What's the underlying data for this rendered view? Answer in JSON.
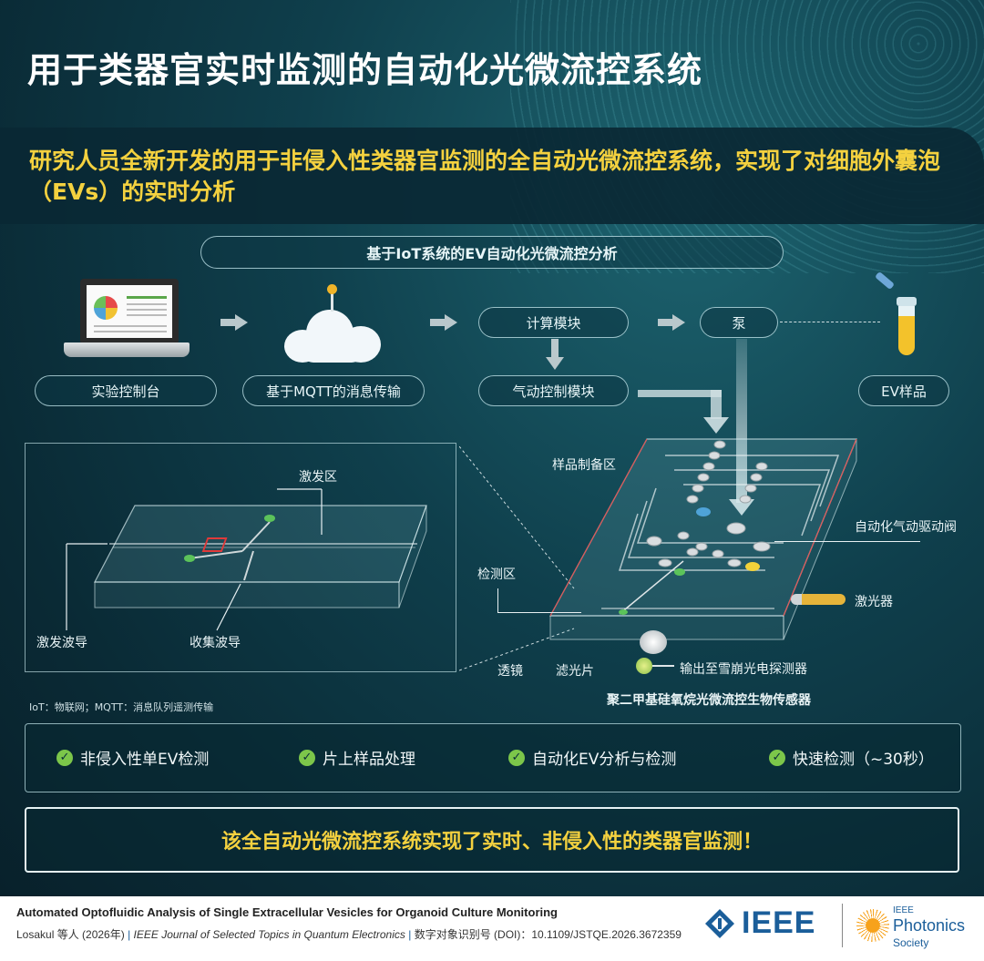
{
  "title": "用于类器官实时监测的自动化光微流控系统",
  "subtitle": "研究人员全新开发的用于非侵入性类器官监测的全自动光微流控系统，实现了对细胞外囊泡（EVs）的实时分析",
  "flow": {
    "header": "基于IoT系统的EV自动化光微流控分析",
    "console": "实验控制台",
    "mqtt": "基于MQTT的消息传输",
    "compute": "计算模块",
    "pneumatic": "气动控制模块",
    "pump": "泵",
    "sample": "EV样品"
  },
  "inset": {
    "excitation_zone": "激发区",
    "excitation_waveguide": "激发波导",
    "collection_waveguide": "收集波导"
  },
  "chip": {
    "sample_prep": "样品制备区",
    "valve": "自动化气动驱动阀",
    "detection": "检测区",
    "laser": "激光器",
    "lens": "透镜",
    "filter": "滤光片",
    "output": "输出至雪崩光电探测器",
    "caption": "聚二甲基硅氧烷光微流控生物传感器"
  },
  "footnote": "IoT：物联网；MQTT：消息队列遥测传输",
  "features": [
    "非侵入性单EV检测",
    "片上样品处理",
    "自动化EV分析与检测",
    "快速检测（~30秒）"
  ],
  "conclusion": "该全自动光微流控系统实现了实时、非侵入性的类器官监测！",
  "citation": {
    "paper_title": "Automated Optofluidic Analysis of Single Extracellular Vesicles for Organoid Culture Monitoring",
    "authors": "Losakul 等人 (2026年)",
    "journal": "IEEE Journal of Selected Topics in Quantum Electronics",
    "doi": "数字对象识别号 (DOI)：10.1109/JSTQE.2026.3672359"
  },
  "logos": {
    "ieee": "IEEE",
    "photonics_small": "IEEE",
    "photonics_big": "Photonics",
    "photonics_society": "Society"
  },
  "colors": {
    "accent": "#f4d13f",
    "check": "#7cc64a",
    "ieee_blue": "#1b5e9a"
  }
}
